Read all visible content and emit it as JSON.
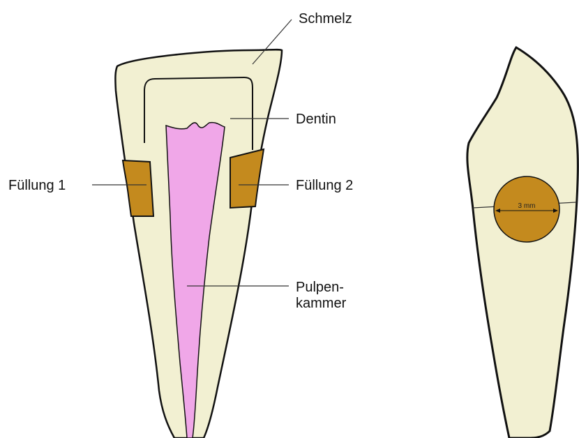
{
  "labels": {
    "enamel": "Schmelz",
    "dentin": "Dentin",
    "filling_1": "Füllung 1",
    "filling_2": "Füllung 2",
    "pulp_line1": "Pulpen-",
    "pulp_line2": "kammer"
  },
  "measurement": "3 mm",
  "colors": {
    "tooth": "#f2f0d2",
    "outline": "#111111",
    "pulp": "#f0a7e8",
    "filling": "#c48a1e"
  }
}
